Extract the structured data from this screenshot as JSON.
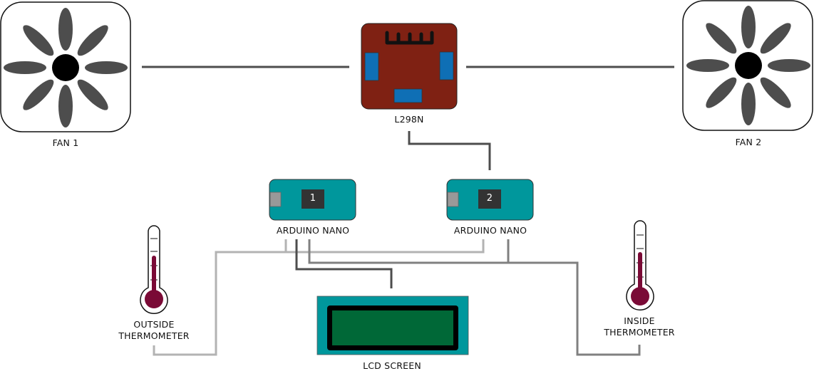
{
  "diagram": {
    "components": {
      "fan1": {
        "label": "FAN 1"
      },
      "fan2": {
        "label": "FAN 2"
      },
      "driver": {
        "label": "L298N"
      },
      "arduino1": {
        "label": "ARDUINO NANO",
        "badge": "1"
      },
      "arduino2": {
        "label": "ARDUINO NANO",
        "badge": "2"
      },
      "outside_thermo": {
        "label_line1": "OUTSIDE",
        "label_line2": "THERMOMETER"
      },
      "inside_thermo": {
        "label_line1": "INSIDE",
        "label_line2": "THERMOMETER"
      },
      "lcd": {
        "label": "LCD SCREEN"
      }
    },
    "connections": [
      {
        "from": "fan1",
        "to": "driver"
      },
      {
        "from": "driver",
        "to": "fan2"
      },
      {
        "from": "driver",
        "to": "arduino2"
      },
      {
        "from": "outside_thermo",
        "to": "arduino1"
      },
      {
        "from": "outside_thermo",
        "to": "arduino2"
      },
      {
        "from": "arduino1",
        "to": "lcd"
      },
      {
        "from": "arduino1",
        "to": "inside_thermo"
      },
      {
        "from": "arduino2",
        "to": "inside_thermo"
      }
    ],
    "colors": {
      "fan_blade": "#4d4d4d",
      "driver_board": "#7f2113",
      "driver_connector": "#0f6fb5",
      "arduino_board": "#00979c",
      "arduino_chip": "#333333",
      "thermo_fluid": "#7a0a36",
      "lcd_board": "#00979c",
      "lcd_screen": "#006837",
      "wire_dark": "#4d4d4d",
      "wire_mid": "#808080",
      "wire_light": "#b3b3b3"
    }
  }
}
